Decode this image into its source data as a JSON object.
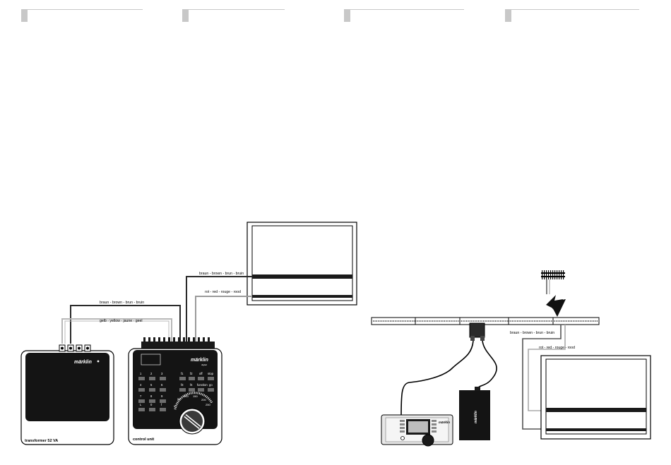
{
  "headers": [
    "",
    "",
    "",
    ""
  ],
  "wires": {
    "left_brown_upper": "braun - brown - brun - bruin",
    "left_red": "rot - red - rouge - rood",
    "left_brown_lower": "braun - brown - brun - bruin",
    "left_yellow": "gelb - yellow - jaune - geel",
    "right_brown": "braun - brown - brun - bruin",
    "right_red": "rot - red - rouge - rood"
  },
  "devices": {
    "transformer_label": "transformer 52 VA",
    "transformer_brand": "märklin",
    "control_label": "control unit",
    "control_brand": "märklin",
    "control_sub": "digital",
    "keys": {
      "k1": "1",
      "k2": "2",
      "k3": "3",
      "k4": "4",
      "k5": "5",
      "k6": "6",
      "k7": "7",
      "k8": "8",
      "k9": "9",
      "kL": "L",
      "k0": "0",
      "kF": "f",
      "f1": "f1",
      "f2": "f2",
      "off": "off",
      "stop": "stop",
      "f3": "f3",
      "f4": "f4",
      "function": "function",
      "go": "go"
    },
    "dial": [
      "0",
      "50",
      "100",
      "150",
      "200",
      "250"
    ],
    "mobile_brand": "märklin",
    "power_brand": "märklin"
  }
}
